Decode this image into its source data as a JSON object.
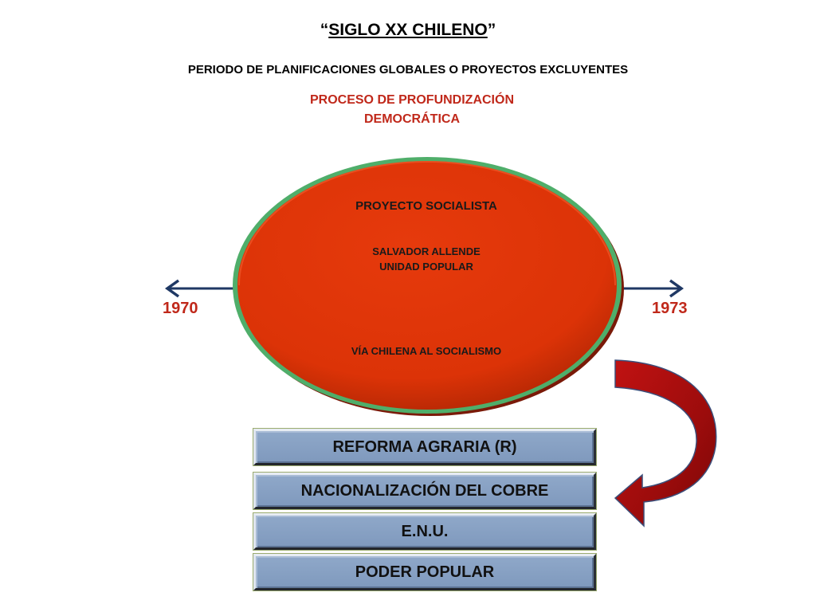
{
  "title": {
    "quote_open": "“",
    "text": "SIGLO XX CHILENO",
    "quote_close": "”"
  },
  "subtitle": "PERIODO DE PLANIFICACIONES GLOBALES O PROYECTOS EXCLUYENTES",
  "process": {
    "line1": "PROCESO DE PROFUNDIZACIÓN",
    "line2": "DEMOCRÁTICA"
  },
  "timeline": {
    "start": "1970",
    "end": "1973"
  },
  "ellipse": {
    "heading": "PROYECTO SOCIALISTA",
    "leader": "SALVADOR ALLENDE",
    "coalition": "UNIDAD POPULAR",
    "footer": "VÍA CHILENA AL SOCIALISMO"
  },
  "measures": [
    "REFORMA AGRARIA (R)",
    "NACIONALIZACIÓN DEL COBRE",
    "E.N.U.",
    "PODER POPULAR"
  ],
  "colors": {
    "ellipse_fill": "#e03408",
    "ellipse_border": "#4fae6a",
    "accent_red": "#c0281a",
    "timeline_blue": "#1f3864",
    "bar_fill": "#8aa3c5",
    "curved_arrow": "#a50f0f"
  }
}
